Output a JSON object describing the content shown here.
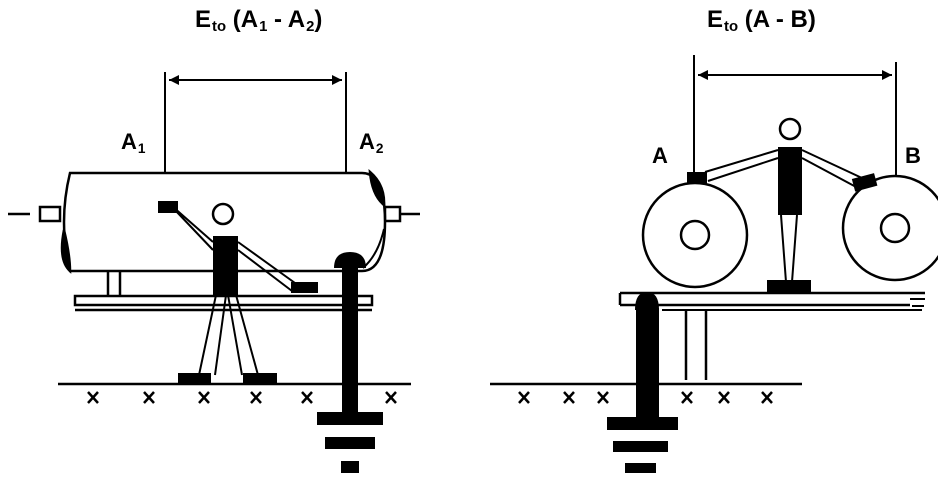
{
  "left_panel": {
    "title": {
      "main": "E",
      "sub": "to",
      "open": " (A",
      "s1": "1",
      "mid": " - A",
      "s2": "2",
      "close": ")"
    },
    "label_a1": {
      "main": "A",
      "sub": "1"
    },
    "label_a2": {
      "main": "A",
      "sub": "2"
    }
  },
  "right_panel": {
    "title": {
      "main": "E",
      "sub": "to",
      "rest": " (A - B)"
    },
    "label_a": "A",
    "label_b": "B"
  },
  "colors": {
    "ink": "#000000",
    "background": "#ffffff"
  }
}
